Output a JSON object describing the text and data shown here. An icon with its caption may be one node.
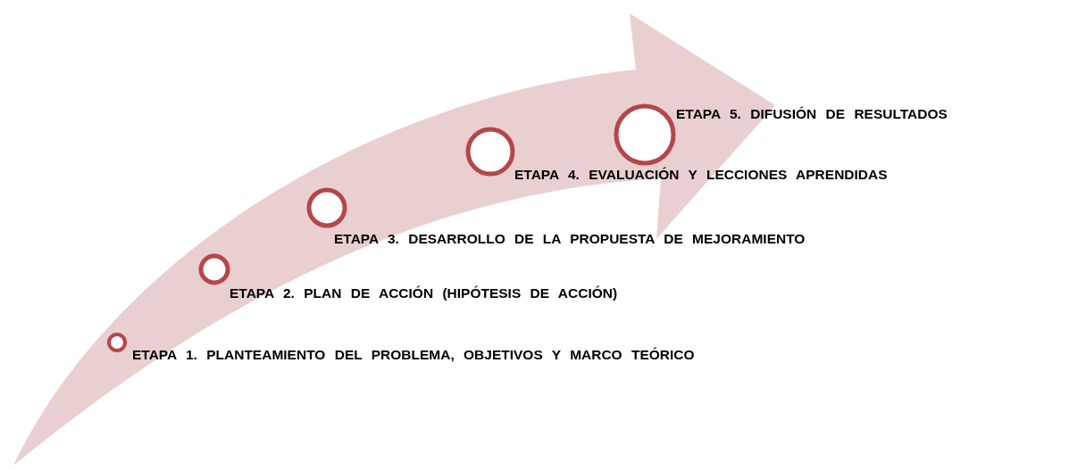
{
  "diagram": {
    "nodes": [
      {
        "text": [],
        "shape": "circle",
        "beside": [
          "ETAPA 1. PLANTEAMIENTO DEL PROBLEMA, OBJETIVOS Y MARCO TEÓRICO"
        ]
      },
      {
        "text": [],
        "shape": "circle",
        "beside": [
          "ETAPA 2. PLAN DE ACCIÓN (HIPÓTESIS DE ACCIÓN)"
        ]
      },
      {
        "text": [],
        "shape": "circle",
        "beside": [
          "ETAPA 3. DESARROLLO DE LA PROPUESTA DE MEJORAMIENTO"
        ]
      },
      {
        "text": [],
        "shape": "circle",
        "beside": [
          "ETAPA 4. EVALUACIÓN Y LECCIONES APRENDIDAS"
        ]
      },
      {
        "text": [],
        "shape": "circle",
        "beside": [
          "ETAPA 5. DIFUSIÓN DE RESULTADOS"
        ]
      }
    ]
  }
}
